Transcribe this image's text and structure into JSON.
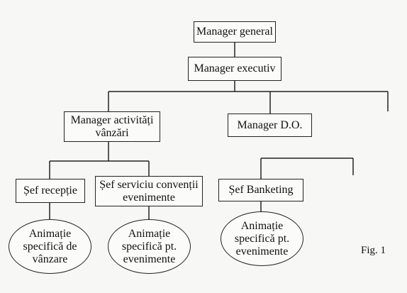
{
  "org_chart": {
    "manager_general": "Manager general",
    "manager_executiv": "Manager executiv",
    "manager_activitati": "Manager activități\nvânzări",
    "manager_do": "Manager  D.O.",
    "sef_receptie": "Șef recepție",
    "sef_serviciu": "Șef serviciu convenții\nevenimente",
    "sef_banketing": "Șef Banketing",
    "anim_vanzare": "Animație\nspecifică de\nvânzare",
    "anim_evenimente_1": "Animație\nspecifică pt.\nevenimente",
    "anim_evenimente_2": "Animație\nspecifică pt.\nevenimente"
  },
  "figure_label": "Fig. 1"
}
